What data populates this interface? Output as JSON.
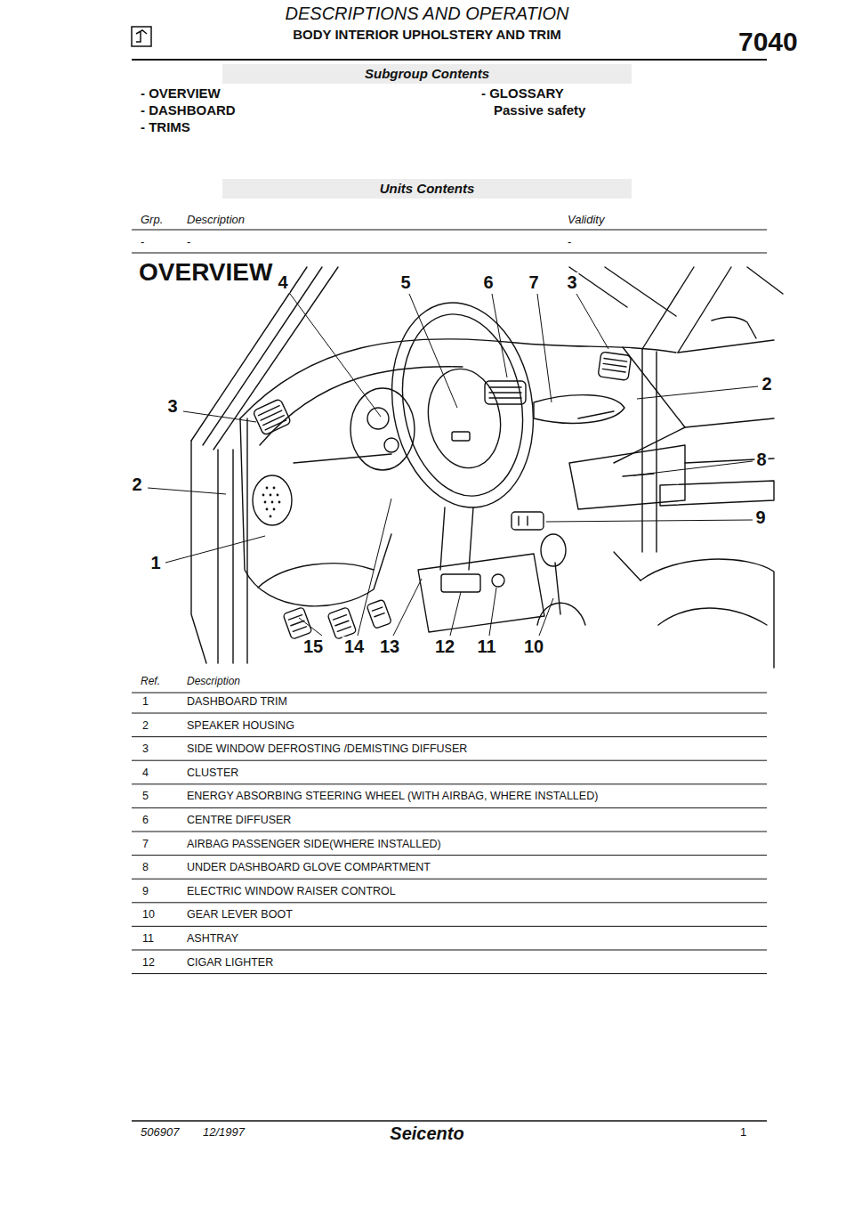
{
  "diagram": {
    "title": "DESCRIPTIONS AND OPERATION",
    "labels": [
      "BODY INTERIOR UPHOLSTERY AND TRIM",
      "7040",
      "Subgroup Contents",
      "- OVERVIEW",
      "- DASHBOARD",
      "- TRIMS",
      "- GLOSSARY",
      "Passive safety",
      "Units Contents",
      "Grp.",
      "Description",
      "Validity",
      "-",
      "-",
      "-",
      "OVERVIEW",
      "4",
      "5",
      "6",
      "7",
      "3",
      "3",
      "2",
      "2",
      "8",
      "9",
      "1",
      "15",
      "14",
      "13",
      "12",
      "11",
      "10",
      "Ref.",
      "Description",
      "1",
      "DASHBOARD TRIM",
      "2",
      "SPEAKER HOUSING",
      "3",
      "SIDE WINDOW DEFROSTING /DEMISTING DIFFUSER",
      "4",
      "CLUSTER",
      "5",
      "ENERGY ABSORBING STEERING WHEEL (WITH AIRBAG, WHERE INSTALLED)",
      "6",
      "CENTRE DIFFUSER",
      "7",
      "AIRBAG PASSENGER SIDE(WHERE INSTALLED)",
      "8",
      "UNDER DASHBOARD GLOVE COMPARTMENT",
      "9",
      "ELECTRIC WINDOW RAISER CONTROL",
      "10",
      "GEAR LEVER BOOT",
      "11",
      "ASHTRAY",
      "12",
      "CIGAR LIGHTER",
      "506907",
      "12/1997",
      "Seicento",
      "1"
    ]
  }
}
